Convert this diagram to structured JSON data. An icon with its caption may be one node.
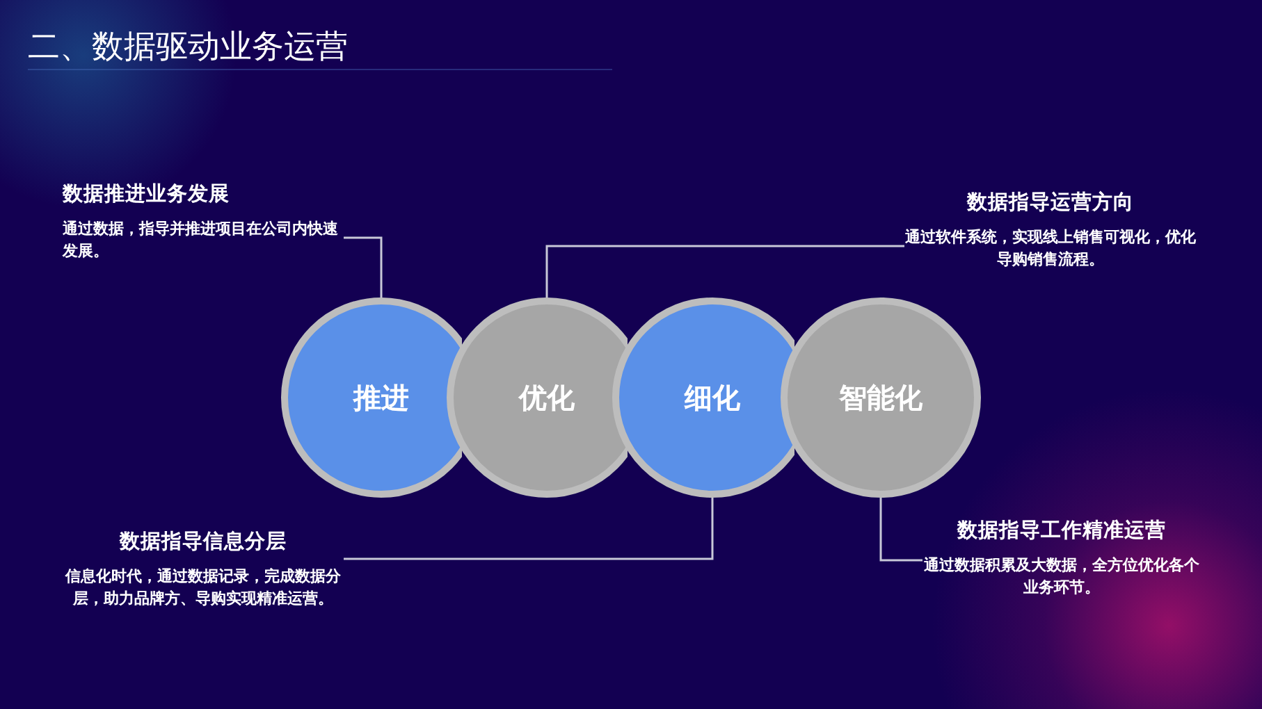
{
  "diagram": {
    "title": "二、数据驱动业务运营",
    "nodes": [
      {
        "text": [
          "推进"
        ]
      },
      {
        "text": [
          "优化"
        ]
      },
      {
        "text": [
          "细化"
        ]
      },
      {
        "text": [
          "智能化"
        ]
      },
      {
        "text": [
          "数据推进业务发展",
          "通过数据，指导并推进项目在公司内快速发展。"
        ]
      },
      {
        "text": [
          "数据指导运营方向",
          "通过软件系统，实现线上销售可视化，优化导购销售流程。"
        ]
      },
      {
        "text": [
          "数据指导信息分层",
          "信息化时代，通过数据记录，完成数据分层，助力品牌方、导购实现精准运营。"
        ]
      },
      {
        "text": [
          "数据指导工作精准运营",
          "通过数据积累及大数据，全方位优化各个业务环节。"
        ]
      }
    ],
    "edges": [
      {
        "from": 4,
        "to": 0,
        "arrow": "none"
      },
      {
        "from": 5,
        "to": 1,
        "arrow": "none"
      },
      {
        "from": 6,
        "to": 2,
        "arrow": "none"
      },
      {
        "from": 7,
        "to": 3,
        "arrow": "none"
      }
    ]
  }
}
